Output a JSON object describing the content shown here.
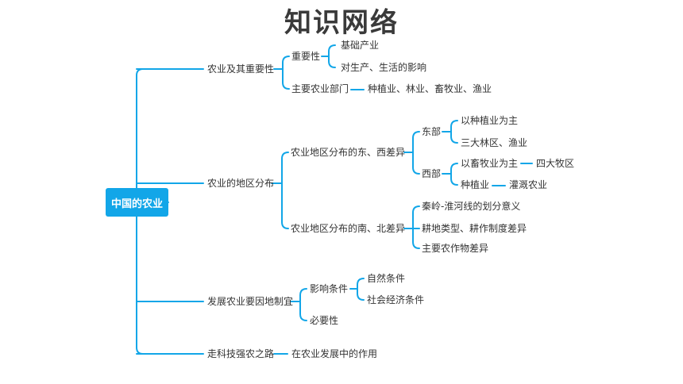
{
  "title": "知识网络",
  "root": "中国的农业",
  "branches": {
    "b1": {
      "label": "农业及其重要性",
      "importance": {
        "label": "重要性",
        "items": [
          "基础产业",
          "对生产、生活的影响"
        ]
      },
      "sectors": {
        "label": "主要农业部门",
        "items": "种植业、林业、畜牧业、渔业"
      }
    },
    "b2": {
      "label": "农业的地区分布",
      "east_west": {
        "label": "农业地区分布的东、西差异",
        "east": {
          "label": "东部",
          "items": [
            "以种植业为主",
            "三大林区、渔业"
          ]
        },
        "west": {
          "label": "西部",
          "items": [
            "以畜牧业为主",
            "种植业"
          ],
          "item_notes": [
            "四大牧区",
            "灌溉农业"
          ]
        }
      },
      "north_south": {
        "label": "农业地区分布的南、北差异",
        "items": [
          "秦岭-淮河线的划分意义",
          "耕地类型、耕作制度差异",
          "主要农作物差异"
        ]
      }
    },
    "b3": {
      "label": "发展农业要因地制宜",
      "factors": {
        "label": "影响条件",
        "items": [
          "自然条件",
          "社会经济条件"
        ]
      },
      "necessity": "必要性"
    },
    "b4": {
      "label": "走科技强农之路",
      "child": "在农业发展中的作用"
    }
  }
}
